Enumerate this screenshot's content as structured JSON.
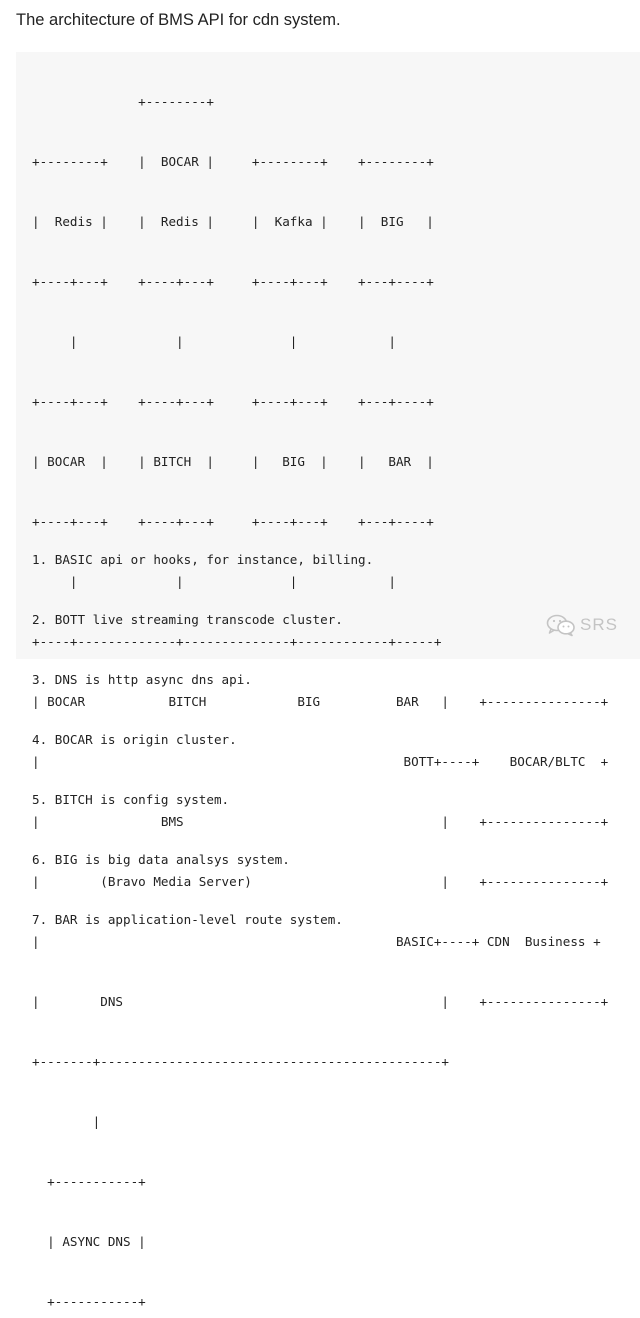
{
  "title": "The architecture of BMS API for cdn system.",
  "diagram_lines": [
    "              +--------+",
    "+--------+    |  BOCAR |     +--------+    +--------+",
    "|  Redis |    |  Redis |     |  Kafka |    |  BIG   |",
    "+----+---+    +----+---+     +----+---+    +---+----+",
    "     |             |              |            |",
    "+----+---+    +----+---+     +----+---+    +---+----+",
    "| BOCAR  |    | BITCH  |     |   BIG  |    |   BAR  |",
    "+----+---+    +----+---+     +----+---+    +---+----+",
    "     |             |              |            |",
    "+----+-------------+--------------+------------+-----+",
    "| BOCAR           BITCH            BIG          BAR   |    +---------------+",
    "|                                                BOTT+----+    BOCAR/BLTC  +",
    "|                BMS                                  |    +---------------+",
    "|        (Bravo Media Server)                         |    +---------------+",
    "|                                               BASIC+----+ CDN  Business +",
    "|        DNS                                          |    +---------------+",
    "+-------+---------------------------------------------+",
    "        |",
    "  +-----------+",
    "  | ASYNC DNS |",
    "  +-----------+"
  ],
  "notes": [
    "1. BASIC api or hooks, for instance, billing.",
    "2. BOTT live streaming transcode cluster.",
    "3. DNS is http async dns api.",
    "4. BOCAR is origin cluster.",
    "5. BITCH is config system.",
    "6. BIG is big data analsys system.",
    "7. BAR is application-level route system."
  ],
  "watermark": {
    "icon": "wechat-icon",
    "text": "SRS"
  }
}
